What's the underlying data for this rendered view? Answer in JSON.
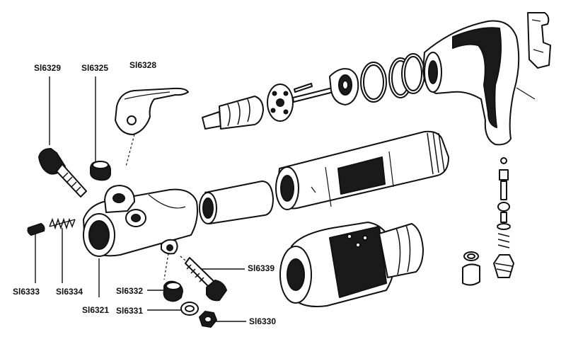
{
  "labels": {
    "sl6329": "Sl6329",
    "sl6325": "Sl6325",
    "sl6328": "Sl6328",
    "sl6333": "Sl6333",
    "sl6334": "Sl6334",
    "sl6321": "Sl6321",
    "sl6332": "Sl6332",
    "sl6331": "Sl6331",
    "sl6330": "Sl6330",
    "sl6339": "Sl6339"
  },
  "colors": {
    "ink": "#111111",
    "paper": "#ffffff"
  }
}
